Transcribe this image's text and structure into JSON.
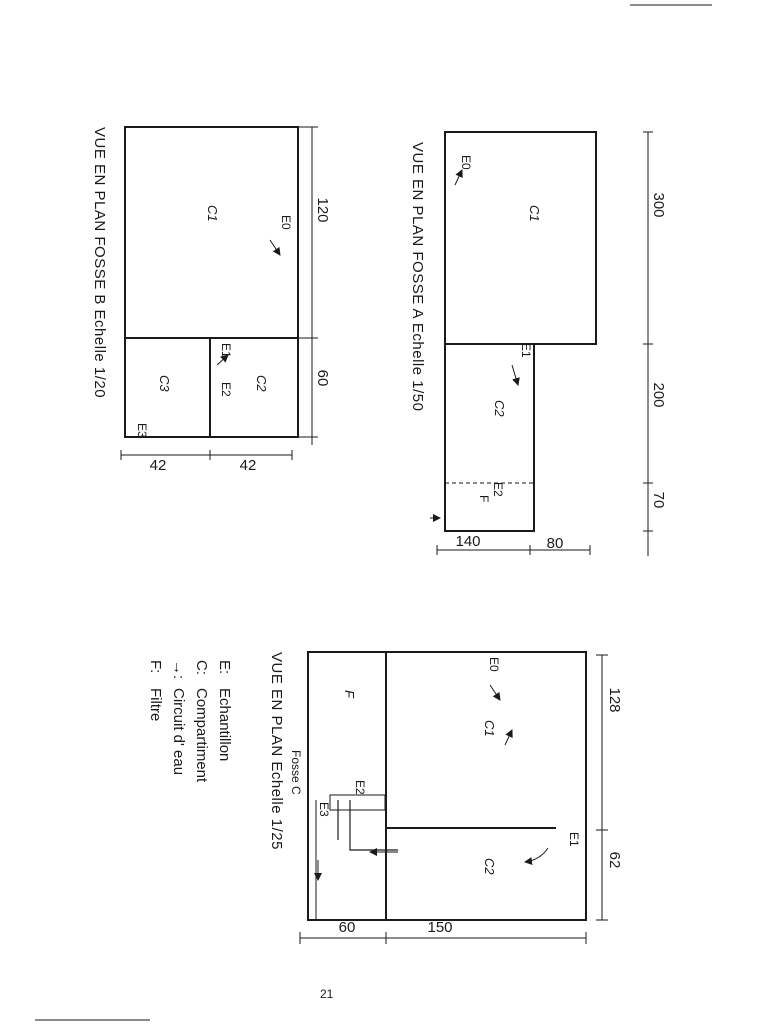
{
  "fosse_a": {
    "title": "VUE EN PLAN FOSSE A Echelle 1/50",
    "dims": {
      "d1": "300",
      "d2": "200",
      "d3": "70",
      "d4": "140",
      "d5": "80"
    },
    "compartments": {
      "c1": "C1",
      "c2": "C2"
    },
    "samples": {
      "e0": "E0",
      "e1": "E1",
      "e2": "E2",
      "f": "F"
    }
  },
  "fosse_b": {
    "title": "VUE EN PLAN FOSSE B Echelle 1/20",
    "dims": {
      "d1": "120",
      "d2": "60",
      "d3": "42",
      "d4": "42"
    },
    "compartments": {
      "c1": "C1",
      "c2": "C2",
      "c3": "C3"
    },
    "samples": {
      "e0": "E0",
      "e1": "E1",
      "e2": "E2",
      "e3": "E3"
    }
  },
  "fosse_c": {
    "title": "VUE EN PLAN Echelle 1/25",
    "handwritten_note": "Fosse C",
    "dims": {
      "d1": "128",
      "d2": "62",
      "d3": "60",
      "d4": "150"
    },
    "compartments": {
      "c1": "C1",
      "c2": "C2",
      "f": "F"
    },
    "samples": {
      "e0": "E0",
      "e1": "E1",
      "e2": "E2",
      "e3": "E3"
    }
  },
  "legend": {
    "items": [
      {
        "key": "E:",
        "text": "Echantillon"
      },
      {
        "key": "C:",
        "text": "Compartiment"
      },
      {
        "key": "→:",
        "text": "Circuit d' eau"
      },
      {
        "key": "F:",
        "text": "Filtre"
      }
    ]
  },
  "page_number": "21"
}
